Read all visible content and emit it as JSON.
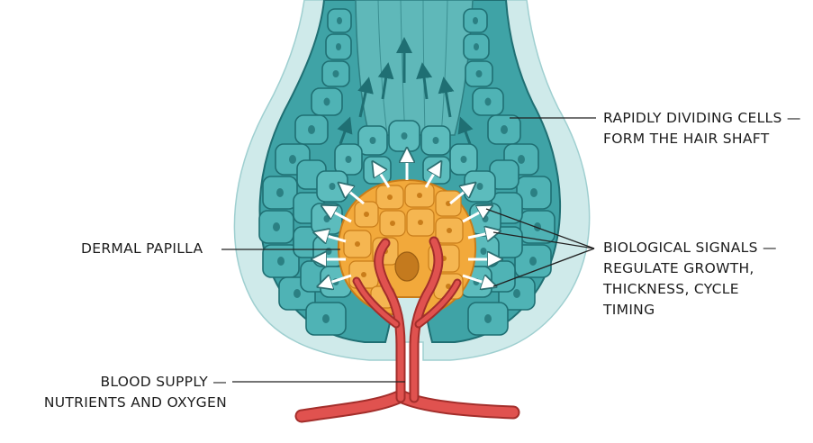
{
  "labels": {
    "dermal_papilla": "DERMAL PAPILLA",
    "blood_supply": [
      "BLOOD SUPPLY —",
      "NUTRIENTS AND OXYGEN"
    ],
    "rapid_cells": [
      "RAPIDLY DIVIDING CELLS —",
      "FORM THE HAIR SHAFT"
    ],
    "signals": [
      "BIOLOGICAL SIGNALS —",
      "REGULATE GROWTH,",
      "THICKNESS, CYCLE",
      "TIMING"
    ]
  },
  "colors": {
    "outer_sheath": "#cfeaea",
    "follicle_teal": "#3fa3a6",
    "cell_fill": "#4fb3b5",
    "cell_stroke": "#1f6f73",
    "papilla": "#f2a93b",
    "papilla_stroke": "#c97d1a",
    "vessel": "#e0524f",
    "vessel_stroke": "#a32e2b",
    "arrow": "#ffffff",
    "leader": "#222222"
  }
}
